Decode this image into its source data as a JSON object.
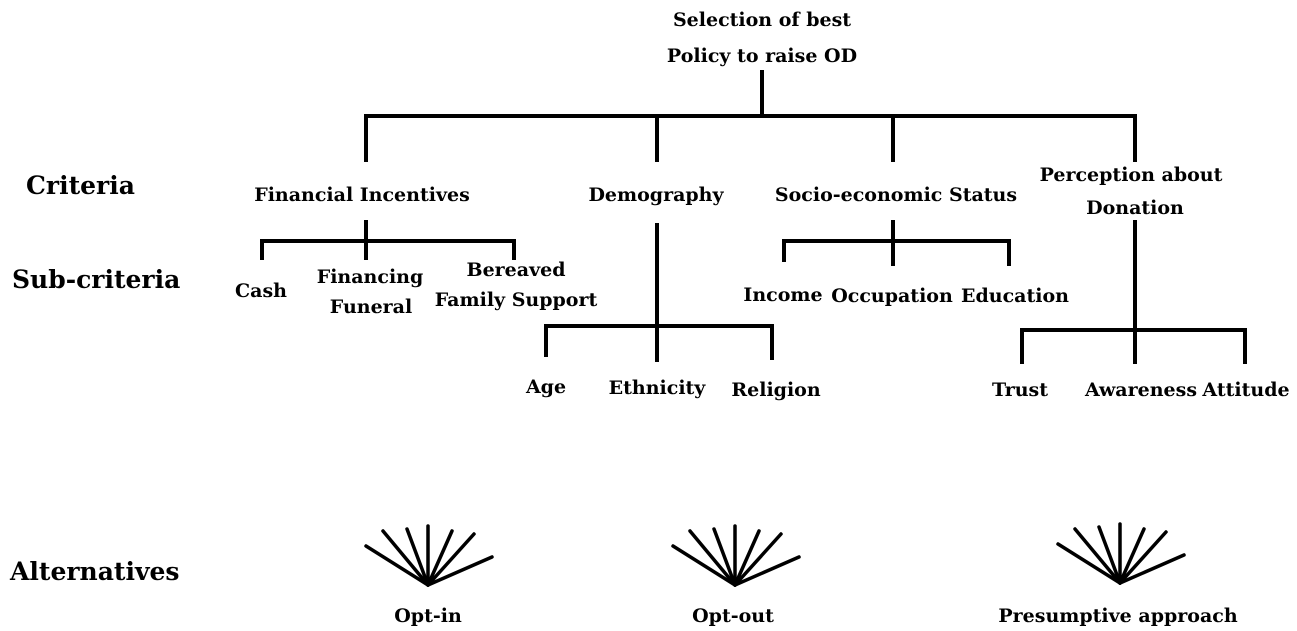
{
  "goal": {
    "line1": "Selection of best",
    "line2": "Policy to raise OD"
  },
  "levels": {
    "criteria": "Criteria",
    "sub_criteria": "Sub-criteria",
    "alternatives": "Alternatives"
  },
  "criteria": [
    {
      "label": "Financial Incentives",
      "sub": [
        {
          "line1": "Cash",
          "line2": ""
        },
        {
          "line1": "Financing",
          "line2": "Funeral"
        },
        {
          "line1": "Bereaved",
          "line2": "Family Support"
        }
      ]
    },
    {
      "label": "Demography",
      "sub": [
        {
          "line1": "Age"
        },
        {
          "line1": "Ethnicity"
        },
        {
          "line1": "Religion"
        }
      ]
    },
    {
      "label": "Socio-economic Status",
      "sub": [
        {
          "line1": "Income"
        },
        {
          "line1": "Occupation"
        },
        {
          "line1": "Education"
        }
      ]
    },
    {
      "label_line1": "Perception about",
      "label_line2": "Donation",
      "sub": [
        {
          "line1": "Trust"
        },
        {
          "line1": "Awareness"
        },
        {
          "line1": "Attitude"
        }
      ]
    }
  ],
  "alternatives": [
    {
      "label": "Opt-in"
    },
    {
      "label": "Opt-out"
    },
    {
      "label": "Presumptive approach"
    }
  ]
}
